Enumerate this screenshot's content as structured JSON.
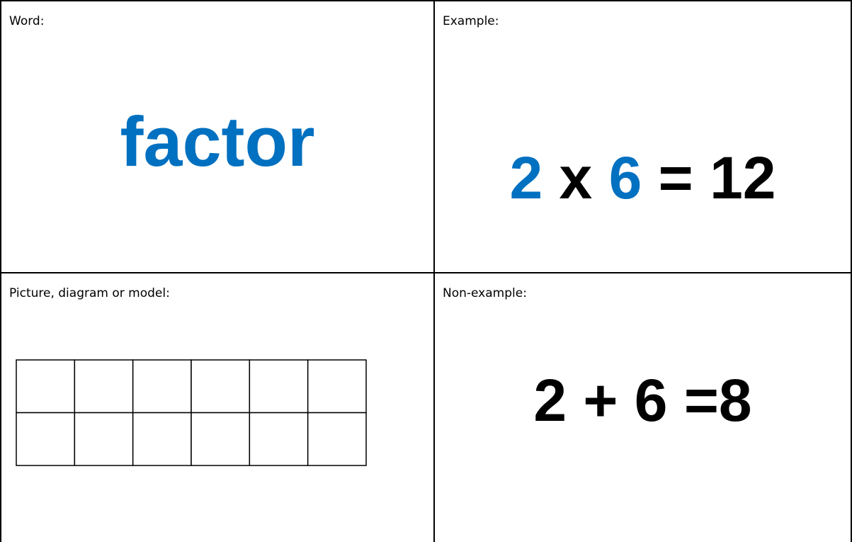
{
  "colors": {
    "accent": "#0070C0",
    "text": "#000000",
    "border": "#000000"
  },
  "word_quadrant": {
    "label": "Word:",
    "term": "factor"
  },
  "example_quadrant": {
    "label": "Example:",
    "factor_a": "2",
    "times": "x",
    "factor_b": "6",
    "equals": "=",
    "product": "12"
  },
  "picture_quadrant": {
    "label": "Picture, diagram or model:",
    "model": {
      "rows": 2,
      "columns": 6
    }
  },
  "nonexample_quadrant": {
    "label": "Non-example:",
    "equation": "2 + 6 =8"
  }
}
